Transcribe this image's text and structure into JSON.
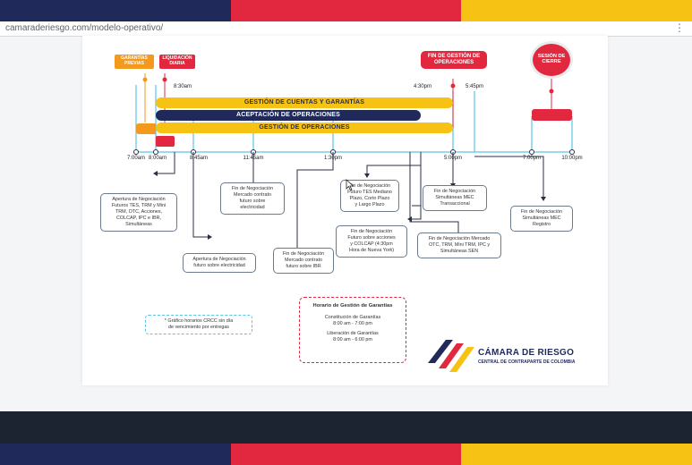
{
  "browser": {
    "url": "camaraderiesgo.com/modelo-operativo/",
    "menu_glyph": "⋮"
  },
  "colors": {
    "navy": "#1f2a5a",
    "red": "#e1283f",
    "yellow": "#f6c315",
    "orange": "#f39a1e",
    "blue_line": "#5bc4e8"
  },
  "badges": {
    "garantias": "GARANTÍAS PREVIAS",
    "liquidacion": "LIQUIDACIÓN DIARIA",
    "fin_gestion": "FIN DE GESTIÓN DE OPERACIONES",
    "sesion_cierre": "SESIÓN DE CIERRE"
  },
  "bars": {
    "cuentas": "GESTIÓN DE CUENTAS Y GARANTÍAS",
    "aceptacion": "ACEPTACIÓN DE OPERACIONES",
    "gestion": "GESTIÓN DE OPERACIONES"
  },
  "times_top": {
    "t830": "8:30am",
    "t430": "4:30pm",
    "t545": "5:45pm"
  },
  "times_axis": [
    "7:00am",
    "8:00am",
    "8:45am",
    "11:45am",
    "1:30pm",
    "5:00pm",
    "7:00pm",
    "10:00pm"
  ],
  "boxes": {
    "apertura_futuros": [
      "Apertura de Negociación",
      "Futuros TES, TRM y Mini",
      "TRM, OTC, Acciones,",
      "COLCAP, IPC e IBR,",
      "Simultáneas"
    ],
    "apertura_electricidad": [
      "Apertura de Negociación",
      "futuro sobre electricidad"
    ],
    "fin_electricidad": [
      "Fin de Negociación",
      "Mercado contrato",
      "futuro sobre",
      "electricidad"
    ],
    "fin_ibr": [
      "Fin de Negociación",
      "Mercado contrato",
      "futuro sobre IBR"
    ],
    "fin_tes": [
      "Fin de Negociación",
      "Futuro TES Mediano",
      "Plazo, Corto Plazo",
      "y Largo Plazo"
    ],
    "fin_acciones": [
      "Fin de Negociación",
      "Futuro sobre acciones",
      "y COLCAP (4:30pm",
      "Hora de Nueva York)"
    ],
    "fin_simultaneas_trans": [
      "Fin de Negociación",
      "Simultáneas MEC",
      "Transaccional"
    ],
    "fin_otc": [
      "Fin de Negociación Mercado",
      "OTC, TRM, Mini TRM, IPC y",
      "Simultáneas SEN"
    ],
    "fin_registro": [
      "Fin de Negociación",
      "Simultáneas MEC",
      "Registro"
    ]
  },
  "note": [
    "* Gráfico horarios CRCC sin día",
    "de vencimiento por entregas"
  ],
  "horario": {
    "title": "Horario de Gestión de Garantías",
    "constitucion": "Constitución de Garantías",
    "constitucion_time": "8:00 am - 7:00 pm",
    "liberacion": "Liberación de Garantías",
    "liberacion_time": "8:00 am - 6:00 pm"
  },
  "logo": {
    "name": "CÁMARA DE RIESGO",
    "tagline": "CENTRAL DE CONTRAPARTE DE COLOMBIA"
  }
}
